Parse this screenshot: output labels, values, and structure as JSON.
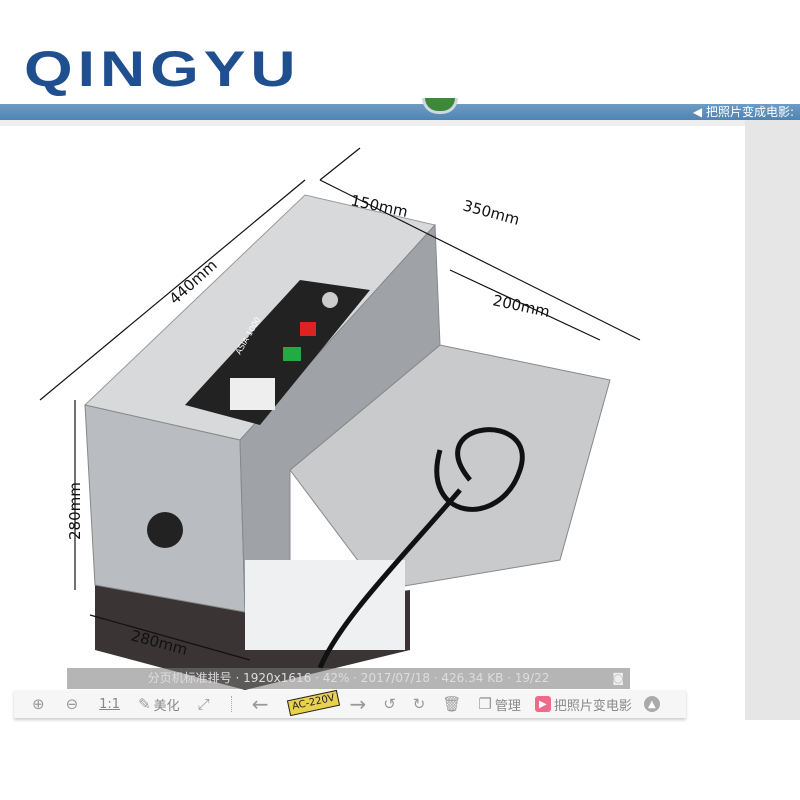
{
  "logo": "QINGYU",
  "topbar": {
    "hint": "把照片变成电影:"
  },
  "dimensions": {
    "width_top": "150mm",
    "depth_top": "350mm",
    "tray": "200mm",
    "length": "440mm",
    "height": "280mm",
    "base": "280mm"
  },
  "machine": {
    "panel_label": "ASIA-1000",
    "plug_label": "AC-220V"
  },
  "infobar": {
    "text": "分页机标准排号 · 1920x1616 · 42% · 2017/07/18 · 426.34 KB · 19/22"
  },
  "toolbar": {
    "one_to_one": "1:1",
    "beautify": "美化",
    "manage": "管理",
    "movie": "把照片变电影"
  },
  "colors": {
    "brand": "#1f4f8f",
    "bar": "#5a8dba"
  }
}
